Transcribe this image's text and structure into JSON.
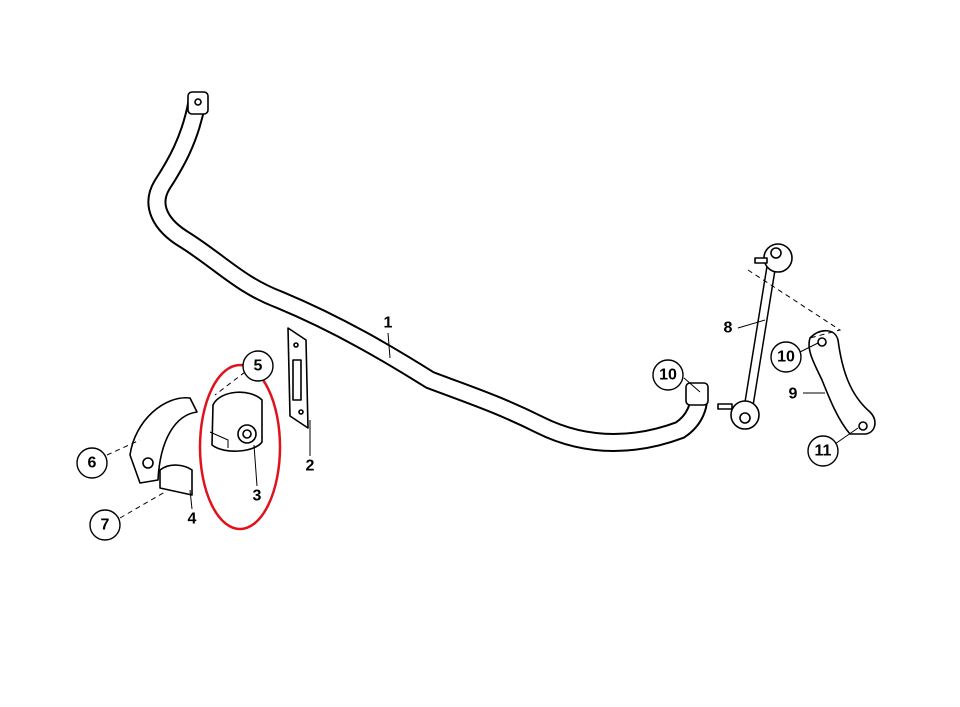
{
  "diagram": {
    "highlight_color": "#e0121b",
    "highlighted_part": "3",
    "labels": {
      "p1": "1",
      "p2": "2",
      "p3": "3",
      "p4": "4",
      "p5": "5",
      "p6": "6",
      "p7": "7",
      "p8": "8",
      "p9": "9",
      "p10a": "10",
      "p10b": "10",
      "p11": "11"
    }
  }
}
